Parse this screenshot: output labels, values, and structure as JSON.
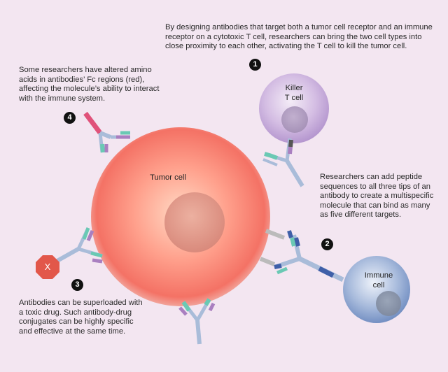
{
  "captions": {
    "intro": "By designing antibodies that target both a tumor cell receptor and an immune receptor on a cytotoxic T cell, researchers can bring the two cell types into close proximity to each other, activating the T cell to kill the tumor cell.",
    "fc_regions": "Some researchers have altered amino acids in antibodies’ Fc regions (red), affecting the molecule’s ability to interact with the immune system.",
    "multispecific": "Researchers can add peptide sequences to all three tips of an antibody to create a multispecific molecule that can bind as many as five different targets.",
    "drug_conjugates": "Antibodies can be superloaded with a toxic drug. Such antibody-drug conjugates can be highly specific and effective at the same time."
  },
  "cells": {
    "tumor": "Tumor cell",
    "killer_line1": "Killer",
    "killer_line2": "T cell",
    "immune_line1": "Immune",
    "immune_line2": "cell"
  },
  "badges": {
    "b1": "1",
    "b2": "2",
    "b3": "3",
    "b4": "4"
  },
  "drug_symbol": "X",
  "colors": {
    "tumor": "#f27a6e",
    "killer_t_cell": "#c9aedb",
    "immune_cell": "#8aa3cf",
    "antibody": "#a9bcd9",
    "fc_modified": "#e0527a",
    "drug": "#e2574a"
  }
}
